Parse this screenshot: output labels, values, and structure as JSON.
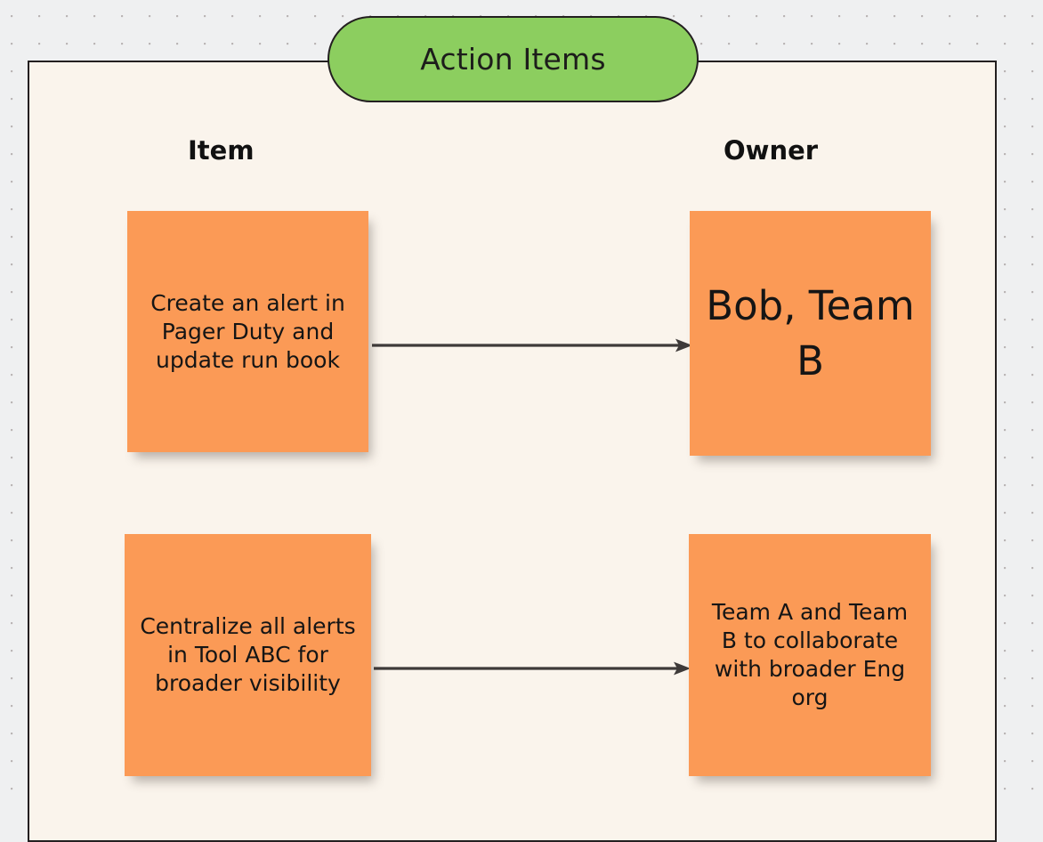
{
  "board": {
    "title": "Action Items",
    "background_color": "#eff0f1",
    "paper_color": "#faf4ec",
    "title_pill_color": "#8cce5f",
    "note_color": "#fb9a56",
    "arrow_color": "#3e3a39"
  },
  "columns": [
    {
      "id": "item",
      "label": "Item"
    },
    {
      "id": "owner",
      "label": "Owner"
    }
  ],
  "rows": [
    {
      "item": "Create an alert in Pager Duty and update run book",
      "owner": "Bob, Team B",
      "connector": "arrow-right"
    },
    {
      "item": "Centralize all alerts in Tool ABC for broader visibility",
      "owner": "Team A and Team B to collaborate with broader Eng org",
      "connector": "arrow-right"
    }
  ]
}
